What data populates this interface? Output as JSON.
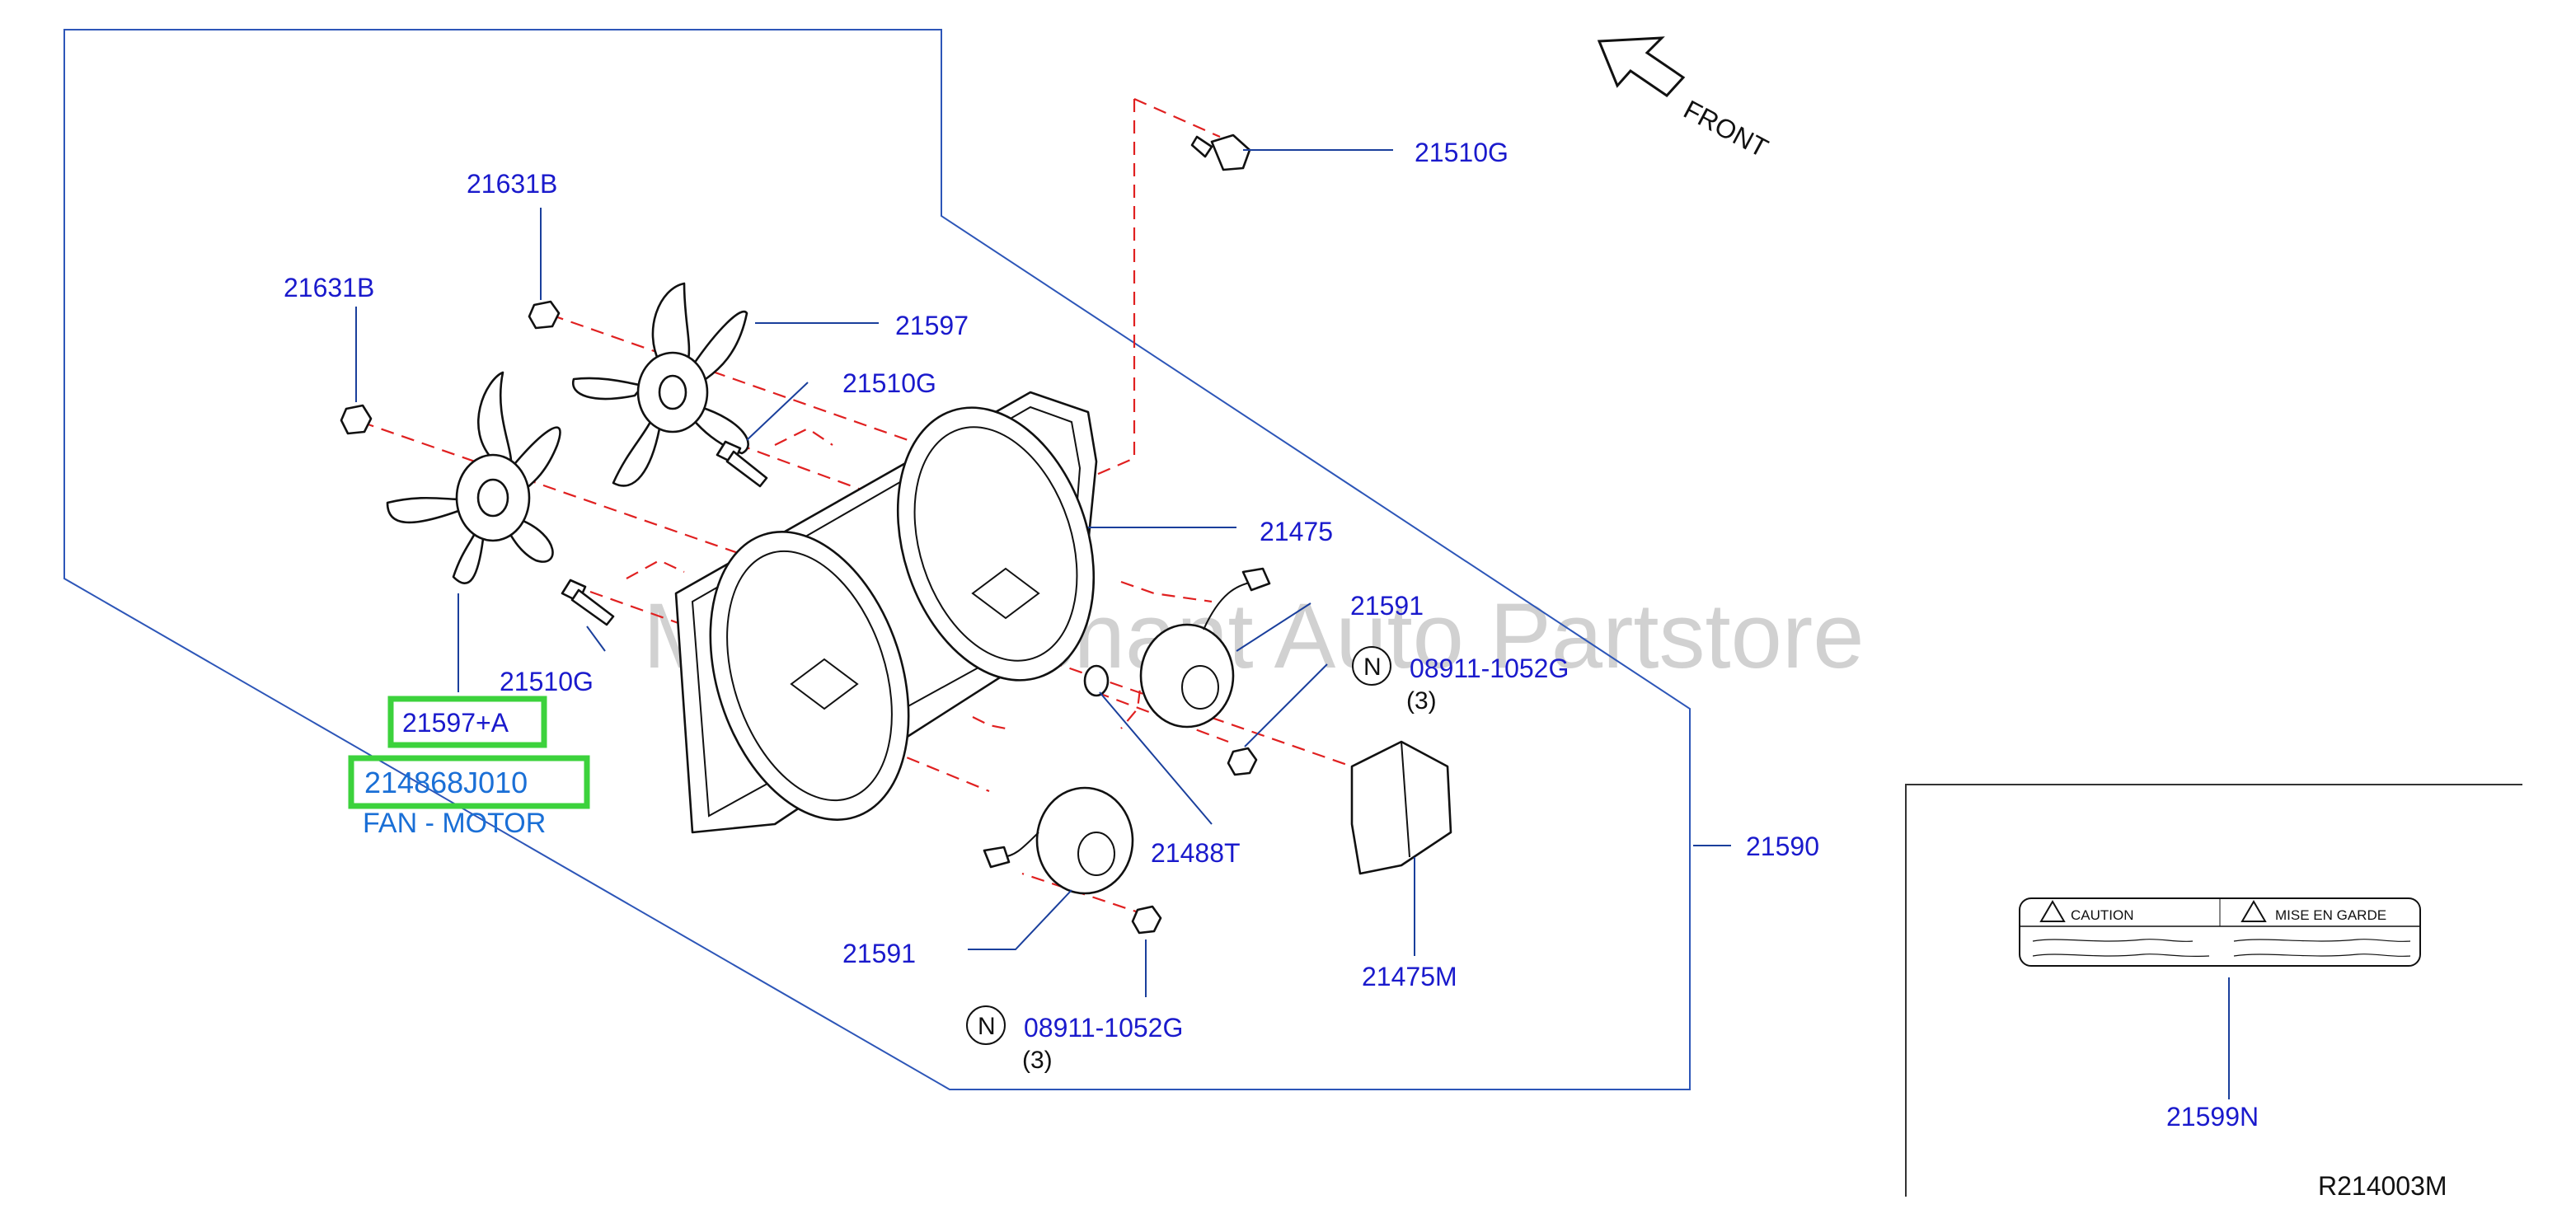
{
  "front_label": "FRONT",
  "watermark": "Multi-Merchant Auto Partstore",
  "diagram_ref": "R214003M",
  "parts": {
    "nut_upper": "21631B",
    "nut_left": "21631B",
    "fan_blade_upper": "21597",
    "bolt_mid": "21510G",
    "bolt_top": "21510G",
    "shroud": "21475",
    "bolt_lower": "21510G",
    "motor_upper": "21591",
    "nut_n_upper": "08911-1052G",
    "qty_upper": "(3)",
    "washer": "21488T",
    "assembly": "21590",
    "resistor": "21475M",
    "motor_lower": "21591",
    "nut_n_lower": "08911-1052G",
    "qty_lower": "(3)",
    "caution_label": "21599N"
  },
  "n_symbol": "N",
  "highlighted": {
    "fan_part": "21597+A",
    "motor_part": "214868J010",
    "motor_desc": "FAN - MOTOR"
  },
  "caution_plate": {
    "left_title": "CAUTION",
    "right_title": "MISE  EN  GARDE"
  },
  "colors": {
    "label_blue": "#1a1acc",
    "leader_blue": "#1a3f9c",
    "dash_red": "#e02020",
    "highlight_green": "#3cd23c"
  }
}
